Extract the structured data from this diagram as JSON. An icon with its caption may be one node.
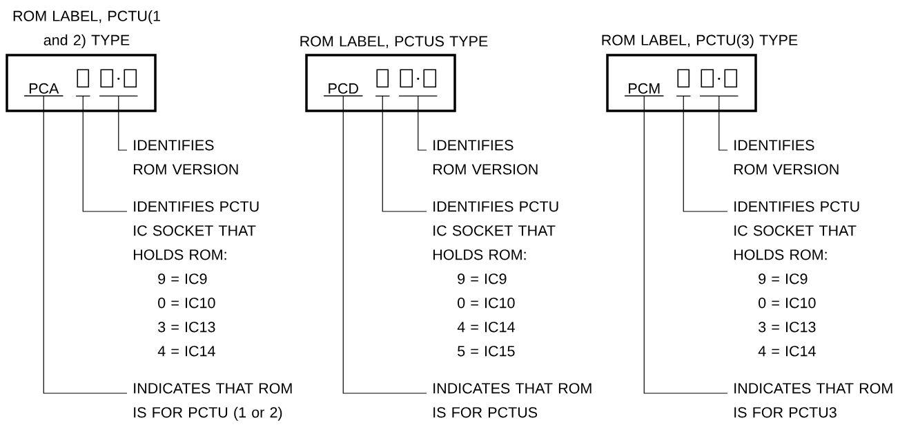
{
  "diagram": {
    "nodes": [
      {
        "text": [
          "ROM LABEL, PCTU(1 and 2) TYPE"
        ]
      },
      {
        "text": [
          "PCA"
        ],
        "in": 0
      },
      {
        "text": [],
        "shape": "box",
        "in": 0
      },
      {
        "text": [],
        "shape": "box",
        "in": 0
      },
      {
        "text": [
          "IDENTIFIES ROM VERSION"
        ]
      },
      {
        "text": [
          "IDENTIFIES PCTU IC SOCKET THAT HOLDS ROM:",
          "9 = IC9",
          "0 = IC10",
          "3 = IC13",
          "4 = IC14"
        ]
      },
      {
        "text": [
          "INDICATES THAT ROM IS FOR PCTU (1 or 2)"
        ]
      },
      {
        "text": [
          "ROM LABEL, PCTUS TYPE"
        ]
      },
      {
        "text": [
          "PCD"
        ],
        "in": 7
      },
      {
        "text": [],
        "shape": "box",
        "in": 7
      },
      {
        "text": [],
        "shape": "box",
        "in": 7
      },
      {
        "text": [
          "IDENTIFIES ROM VERSION"
        ]
      },
      {
        "text": [
          "IDENTIFIES PCTU IC SOCKET THAT HOLDS ROM:",
          "9 = IC9",
          "0 = IC10",
          "4 = IC14",
          "5 = IC15"
        ]
      },
      {
        "text": [
          "INDICATES THAT ROM IS FOR PCTUS"
        ]
      },
      {
        "text": [
          "ROM LABEL, PCTU(3) TYPE"
        ]
      },
      {
        "text": [
          "PCM"
        ],
        "in": 14
      },
      {
        "text": [],
        "shape": "box",
        "in": 14
      },
      {
        "text": [],
        "shape": "box",
        "in": 14
      },
      {
        "text": [
          "IDENTIFIES ROM VERSION"
        ]
      },
      {
        "text": [
          "IDENTIFIES PCTU IC SOCKET THAT HOLDS ROM:",
          "9 = IC9",
          "0 = IC10",
          "3 = IC13",
          "4 = IC14"
        ]
      },
      {
        "text": [
          "INDICATES THAT ROM IS FOR PCTU3"
        ]
      }
    ],
    "edges": [
      {
        "from": 4,
        "to": 3,
        "arrow": "none"
      },
      {
        "from": 5,
        "to": 2,
        "arrow": "none"
      },
      {
        "from": 6,
        "to": 1,
        "arrow": "none"
      },
      {
        "from": 11,
        "to": 10,
        "arrow": "none"
      },
      {
        "from": 12,
        "to": 9,
        "arrow": "none"
      },
      {
        "from": 13,
        "to": 8,
        "arrow": "none"
      },
      {
        "from": 18,
        "to": 17,
        "arrow": "none"
      },
      {
        "from": 19,
        "to": 16,
        "arrow": "none"
      },
      {
        "from": 20,
        "to": 15,
        "arrow": "none"
      }
    ]
  }
}
